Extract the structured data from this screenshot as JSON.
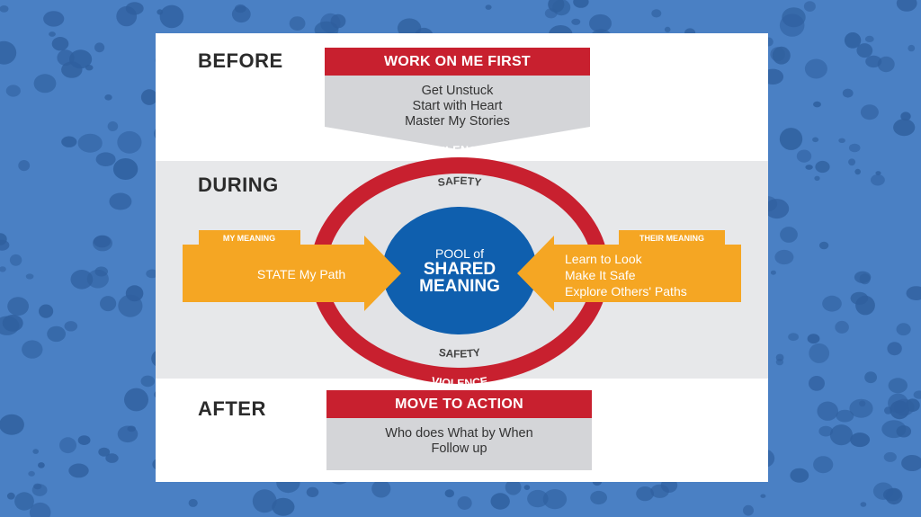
{
  "phases": {
    "before": "BEFORE",
    "during": "DURING",
    "after": "AFTER"
  },
  "before_box": {
    "header": "WORK ON ME FIRST",
    "items": [
      "Get Unstuck",
      "Start with Heart",
      "Master My Stories"
    ]
  },
  "ring": {
    "top_label": "SILENCE",
    "bottom_label": "VIOLENCE",
    "inner_top": "SAFETY",
    "inner_bottom": "SAFETY"
  },
  "pool": {
    "line1": "POOL of",
    "line2": "SHARED",
    "line3": "MEANING"
  },
  "left_arrow": {
    "tab": "MY MEANING",
    "text": "STATE My Path"
  },
  "right_arrow": {
    "tab": "THEIR MEANING",
    "items": [
      "Learn to Look",
      "Make It Safe",
      "Explore Others' Paths"
    ]
  },
  "after_box": {
    "header": "MOVE TO ACTION",
    "items": [
      "Who does What by When",
      "Follow up"
    ]
  },
  "colors": {
    "background": "#4a80c4",
    "dots": "#2f5f9e",
    "red": "#c8202f",
    "orange": "#f5a623",
    "blue": "#0f5fae",
    "grey": "#d4d5d8"
  }
}
